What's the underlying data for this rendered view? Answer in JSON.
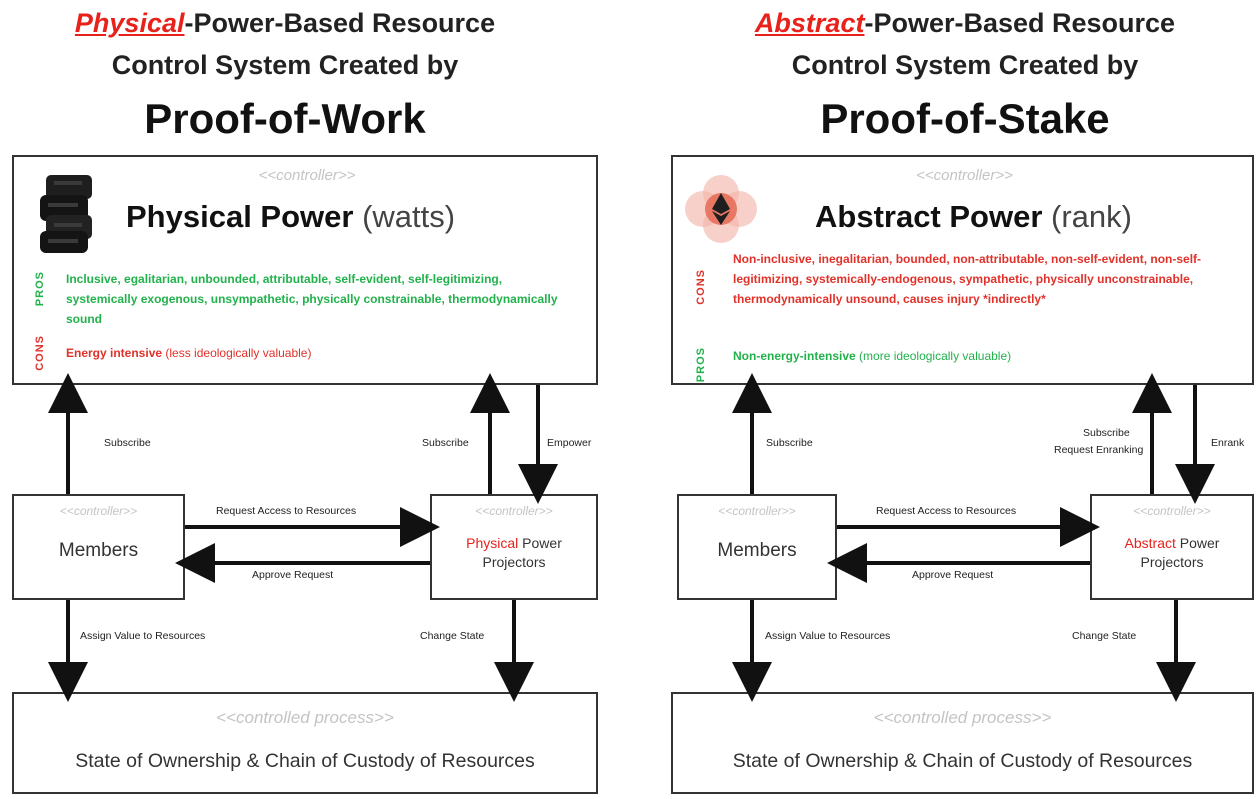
{
  "left": {
    "title_word": "Physical",
    "title_rest": "-Power-Based Resource",
    "title_line2": "Control System Created by",
    "title_big": "Proof-of-Work",
    "controller_tag": "<<controller>>",
    "power_name": "Physical Power",
    "power_unit": "(watts)",
    "pros_label": "PROS",
    "cons_label": "CONS",
    "pros_text": "Inclusive, egalitarian, unbounded, attributable, self-evident, self-legitimizing, systemically exogenous, unsympathetic, physically constrainable, thermodynamically sound",
    "cons_main": "Energy intensive",
    "cons_note": "(less ideologically valuable)",
    "subscribe_left": "Subscribe",
    "subscribe_right": "Subscribe",
    "down_label": "Empower",
    "members_tag": "<<controller>>",
    "members": "Members",
    "projector_tag": "<<controller>>",
    "projector_word": "Physical",
    "projector_rest": "Power",
    "projector_line2": "Projectors",
    "request_access": "Request Access to Resources",
    "approve": "Approve Request",
    "assign_value": "Assign Value to Resources",
    "change_state": "Change State",
    "cp_tag": "<<controlled process>>",
    "cp_text": "State of Ownership & Chain of Custody of Resources"
  },
  "right": {
    "title_word": "Abstract",
    "title_rest": "-Power-Based Resource",
    "title_line2": "Control System Created by",
    "title_big": "Proof-of-Stake",
    "controller_tag": "<<controller>>",
    "power_name": "Abstract Power",
    "power_unit": "(rank)",
    "cons_label": "CONS",
    "pros_label": "PROS",
    "cons_text": "Non-inclusive, inegalitarian, bounded, non-attributable, non-self-evident, non-self-legitimizing, systemically-endogenous, sympathetic, physically unconstrainable, thermodynamically unsound, causes injury *indirectly*",
    "pros_main": "Non-energy-intensive",
    "pros_note": "(more ideologically valuable)",
    "subscribe_left": "Subscribe",
    "subscribe_right_1": "Subscribe",
    "subscribe_right_2": "Request Enranking",
    "down_label": "Enrank",
    "members_tag": "<<controller>>",
    "members": "Members",
    "projector_tag": "<<controller>>",
    "projector_word": "Abstract",
    "projector_rest": "Power",
    "projector_line2": "Projectors",
    "request_access": "Request Access to Resources",
    "approve": "Approve Request",
    "assign_value": "Assign Value to Resources",
    "change_state": "Change State",
    "cp_tag": "<<controlled process>>",
    "cp_text": "State of Ownership & Chain of Custody of Resources"
  }
}
